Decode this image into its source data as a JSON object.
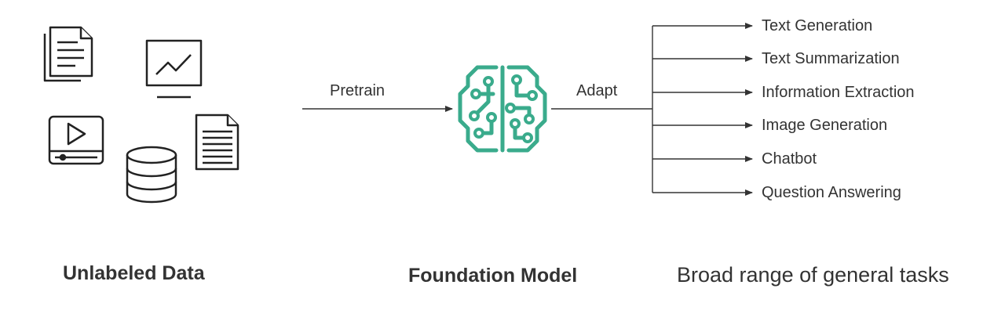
{
  "left": {
    "caption": "Unlabeled Data"
  },
  "center": {
    "caption": "Foundation Model",
    "accent": "#3aab8c"
  },
  "right": {
    "caption": "Broad range of general tasks"
  },
  "edges": {
    "pretrain": "Pretrain",
    "adapt": "Adapt"
  },
  "tasks": [
    "Text Generation",
    "Text Summarization",
    "Information Extraction",
    "Image Generation",
    "Chatbot",
    "Question Answering"
  ]
}
